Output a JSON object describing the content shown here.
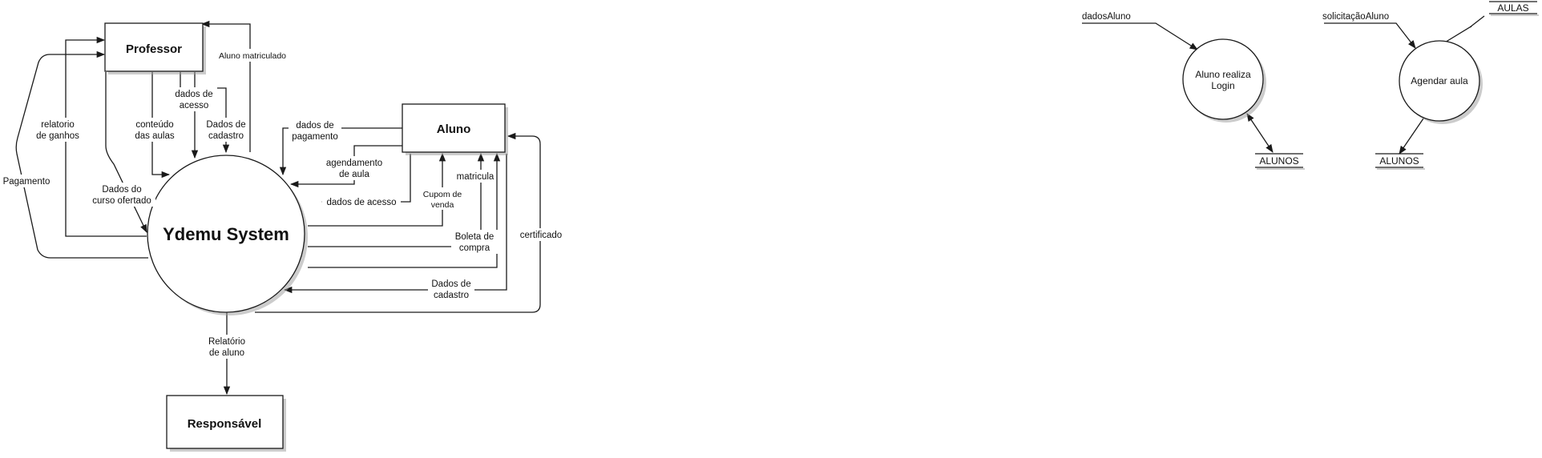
{
  "entities": {
    "professor": "Professor",
    "aluno": "Aluno",
    "responsavel": "Responsável"
  },
  "system": {
    "name": "Ydemu System"
  },
  "flows": {
    "aluno_matriculado": "Aluno matriculado",
    "dados_de_acesso_prof": [
      "dados de",
      "acesso"
    ],
    "conteudo_das_aulas": [
      "conteúdo",
      "das aulas"
    ],
    "dados_de_cadastro_prof": [
      "Dados de",
      "cadastro"
    ],
    "relatorio_de_ganhos": [
      "relatorio",
      "de ganhos"
    ],
    "pagamento": "Pagamento",
    "dados_do_curso_ofertado": [
      "Dados do",
      "curso ofertado"
    ],
    "dados_de_pagamento": [
      "dados de",
      "pagamento"
    ],
    "agendamento_de_aula": [
      "agendamento",
      "de aula"
    ],
    "dados_de_acesso_aluno": "dados de acesso",
    "cupom_de_venda": [
      "Cupom de",
      "venda"
    ],
    "matricula": "matricula",
    "boleta_de_compra": [
      "Boleta de",
      "compra"
    ],
    "certificado": "certificado",
    "dados_de_cadastro_aluno": [
      "Dados de",
      "cadastro"
    ],
    "relatorio_de_aluno": [
      "Relatório",
      "de aluno"
    ]
  },
  "processes": {
    "aluno_realiza_login": [
      "Aluno realiza",
      "Login"
    ],
    "agendar_aula": "Agendar aula"
  },
  "process_flows": {
    "dados_aluno": "dadosAluno",
    "solicitacao_aluno": "solicitaçãoAluno"
  },
  "data_stores": {
    "alunos_1": "ALUNOS",
    "alunos_2": "ALUNOS",
    "aulas": "AULAS"
  }
}
